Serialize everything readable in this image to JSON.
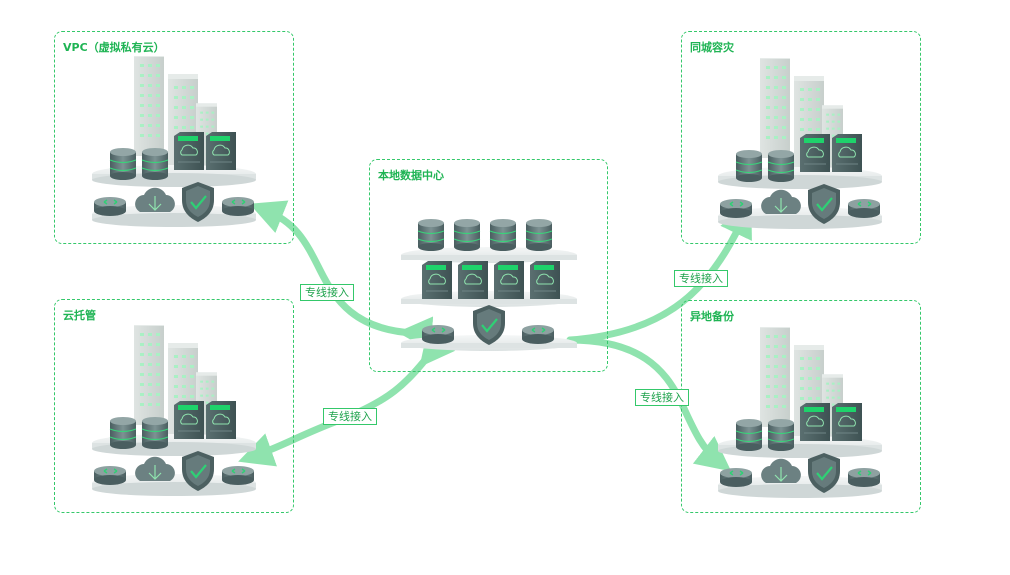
{
  "zones": {
    "vpc": {
      "title": "VPC（虚拟私有云）"
    },
    "cloud": {
      "title": "云托管"
    },
    "local": {
      "title": "本地数据中心"
    },
    "city": {
      "title": "同城容灾"
    },
    "remote": {
      "title": "异地备份"
    }
  },
  "links": [
    {
      "label": "专线接入"
    },
    {
      "label": "专线接入"
    },
    {
      "label": "专线接入"
    },
    {
      "label": "专线接入"
    }
  ],
  "colors": {
    "accent": "#1fb454",
    "connector": "#8fe3ae",
    "building": "#d6dcda",
    "server_dark": "#546a6b",
    "server_light": "#7f9495",
    "shelf": "#eef1f1"
  },
  "icons": [
    "office-building-icon",
    "database-icon",
    "server-rack-icon",
    "cloud-icon",
    "security-shield-icon",
    "router-icon"
  ]
}
